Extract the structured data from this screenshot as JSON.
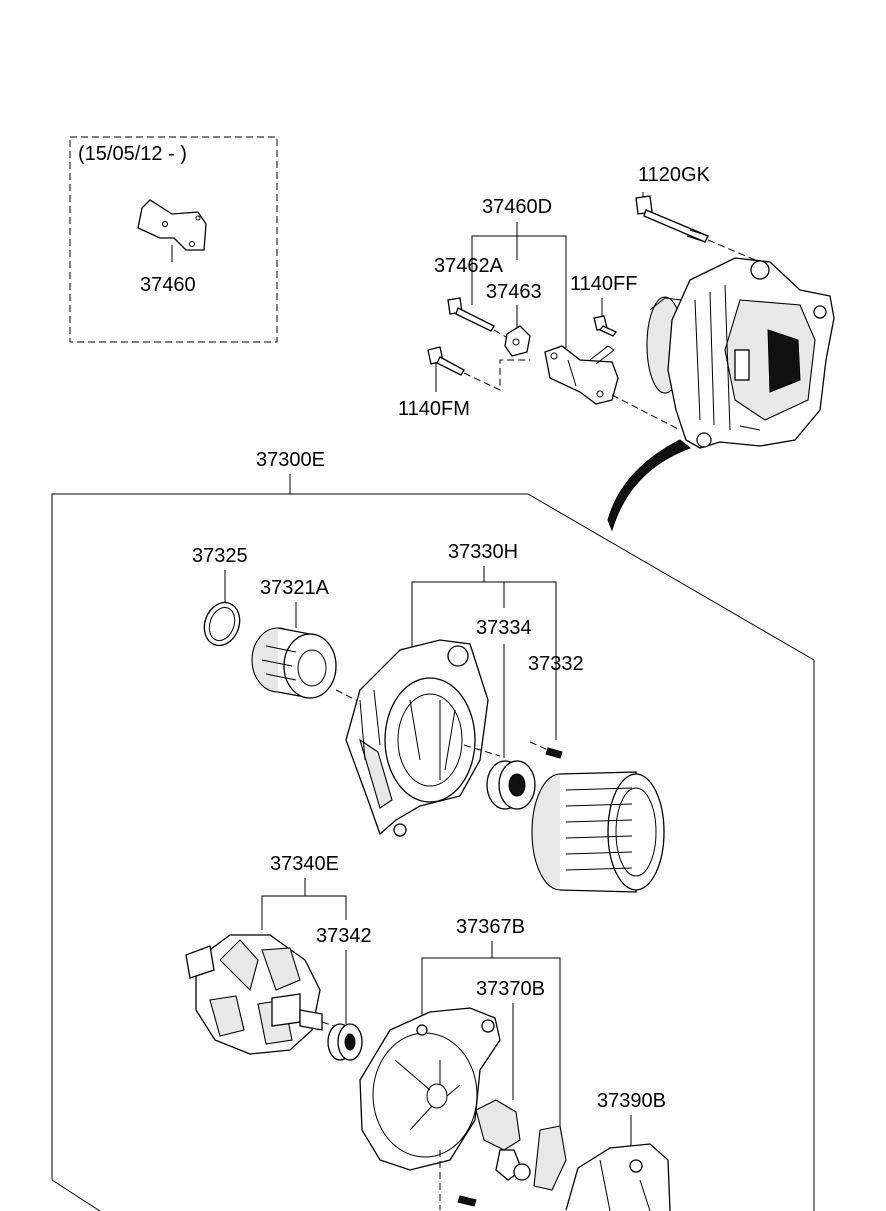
{
  "inset": {
    "date_range": "(15/05/12 - )",
    "part": "37460"
  },
  "labels": {
    "p1120GK": "1120GK",
    "p37460D": "37460D",
    "p37462A": "37462A",
    "p37463": "37463",
    "p1140FF": "1140FF",
    "p1140FM": "1140FM",
    "p37300E": "37300E",
    "p37325": "37325",
    "p37321A": "37321A",
    "p37330H": "37330H",
    "p37334": "37334",
    "p37332": "37332",
    "p37340E": "37340E",
    "p37342": "37342",
    "p37367B": "37367B",
    "p37370B": "37370B",
    "p37390B": "37390B"
  }
}
